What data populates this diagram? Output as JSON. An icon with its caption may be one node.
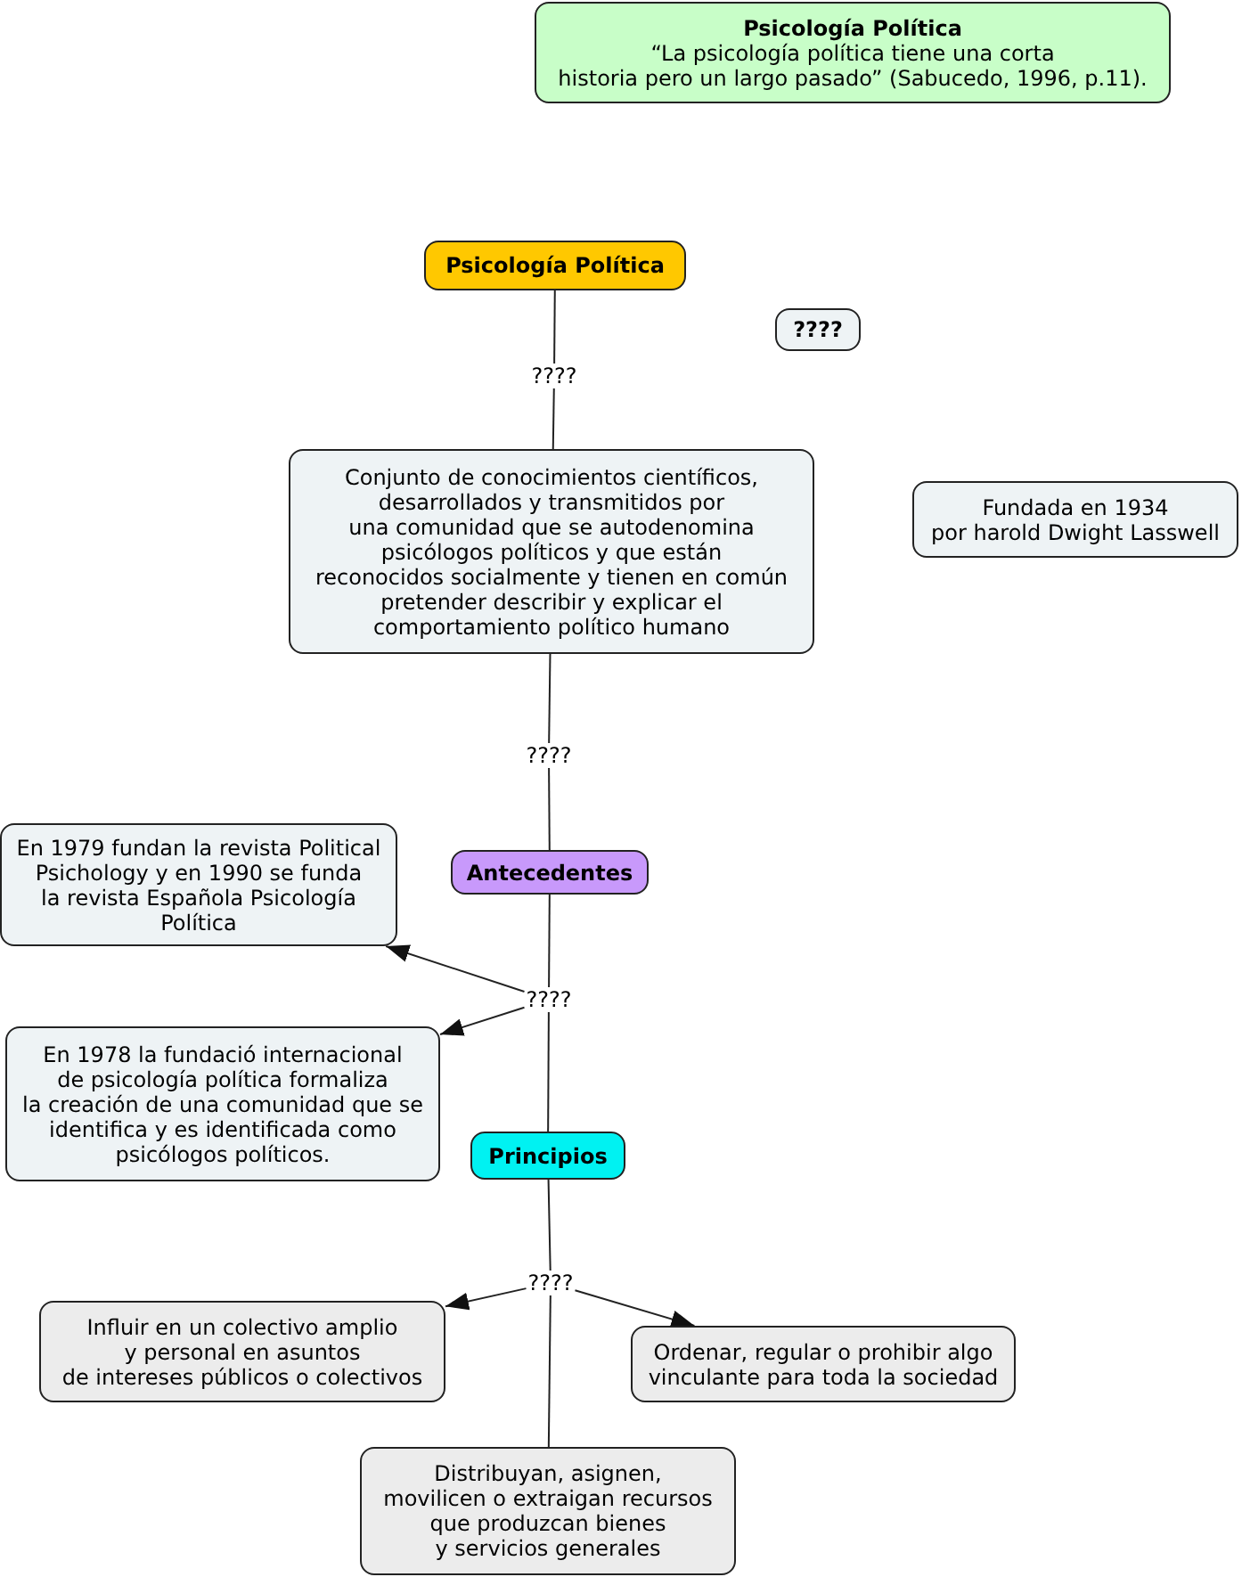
{
  "diagram": {
    "nodes": [
      {
        "text": [
          "Psicología Política",
          "“La psicología política tiene una corta historia pero un largo pasado” (Sabucedo, 1996, p.11)."
        ]
      },
      {
        "text": [
          "Psicología Política"
        ]
      },
      {
        "text": [
          "????"
        ]
      },
      {
        "text": [
          "????"
        ]
      },
      {
        "text": [
          "Conjunto de conocimientos científicos, desarrollados y transmitidos por una comunidad que se autodenomina psicólogos políticos y que están reconocidos socialmente y tienen en común pretender describir y explicar el comportamiento político humano"
        ]
      },
      {
        "text": [
          "Fundada en 1934 por harold Dwight Lasswell"
        ]
      },
      {
        "text": [
          "????"
        ]
      },
      {
        "text": [
          "En 1979 fundan la revista Political Psichology y en 1990 se funda la revista Española Psicología Política"
        ]
      },
      {
        "text": [
          "Antecedentes"
        ]
      },
      {
        "text": [
          "????"
        ]
      },
      {
        "text": [
          "En 1978 la fundació internacional de psicología política formaliza la creación de una comunidad que se identifica y es identificada como psicólogos políticos."
        ]
      },
      {
        "text": [
          "Principios"
        ]
      },
      {
        "text": [
          "????"
        ]
      },
      {
        "text": [
          "Influir en un colectivo amplio y personal en asuntos de intereses públicos o colectivos"
        ]
      },
      {
        "text": [
          "Ordenar, regular o prohibir algo vinculante para toda la sociedad"
        ]
      },
      {
        "text": [
          "Distribuyan, asignen, movilicen o extraigan recursos que produzcan bienes y servicios generales"
        ]
      }
    ],
    "edges": [
      {
        "from": 1,
        "to": 3,
        "arrow": "none"
      },
      {
        "from": 3,
        "to": 4,
        "arrow": "none"
      },
      {
        "from": 4,
        "to": 6,
        "arrow": "none"
      },
      {
        "from": 6,
        "to": 8,
        "arrow": "none"
      },
      {
        "from": 8,
        "to": 9,
        "arrow": "none"
      },
      {
        "from": 9,
        "to": 7,
        "arrow": "to"
      },
      {
        "from": 9,
        "to": 10,
        "arrow": "to"
      },
      {
        "from": 9,
        "to": 11,
        "arrow": "none"
      },
      {
        "from": 11,
        "to": 12,
        "arrow": "none"
      },
      {
        "from": 12,
        "to": 13,
        "arrow": "to"
      },
      {
        "from": 12,
        "to": 14,
        "arrow": "to"
      },
      {
        "from": 12,
        "to": 15,
        "arrow": "none"
      }
    ]
  }
}
